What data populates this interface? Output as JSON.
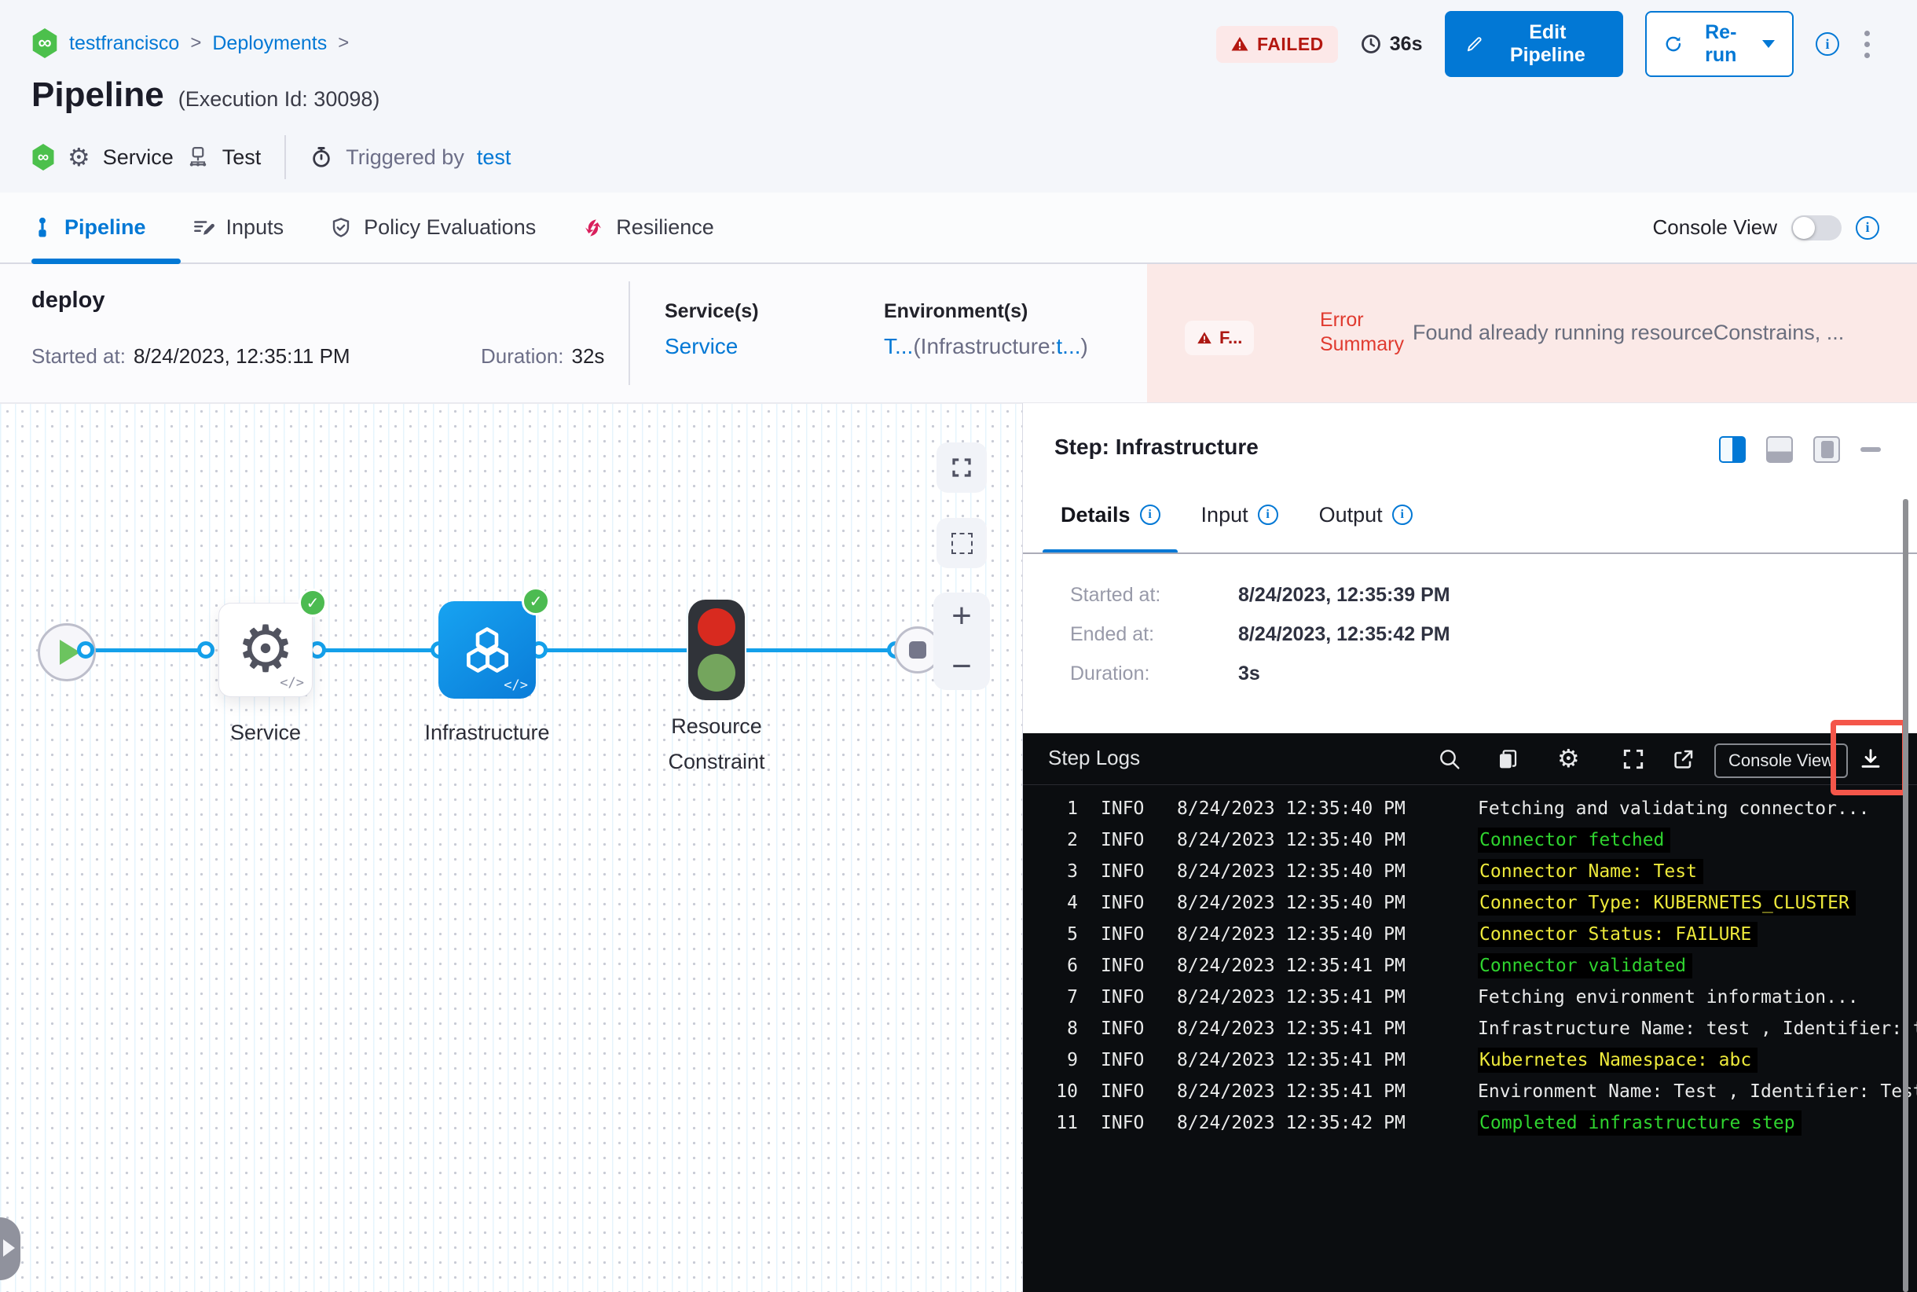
{
  "breadcrumb": {
    "items": [
      "testfrancisco",
      "Deployments"
    ],
    "separator": ">"
  },
  "header": {
    "status_badge": "FAILED",
    "duration": "36s",
    "edit_label": "Edit Pipeline",
    "rerun_label": "Re-run",
    "title": "Pipeline",
    "execution_id": "(Execution Id: 30098)",
    "meta": {
      "service": "Service",
      "test": "Test",
      "triggered_by_label": "Triggered by",
      "triggered_by_value": "test"
    }
  },
  "tabs": {
    "items": [
      "Pipeline",
      "Inputs",
      "Policy Evaluations",
      "Resilience"
    ],
    "active": "Pipeline",
    "console_view_label": "Console View"
  },
  "stage": {
    "name": "deploy",
    "started_label": "Started at:",
    "started_value": "8/24/2023, 12:35:11 PM",
    "duration_label": "Duration:",
    "duration_value": "32s",
    "services_label": "Service(s)",
    "services_value": "Service",
    "environments_label": "Environment(s)",
    "env_part1": "T...",
    "env_part2": "(Infrastructure:",
    "env_part3": "t...",
    "env_part4": ")",
    "error_badge": "F...",
    "error_summary_label": "Error Summary",
    "error_summary_text": "Found already running resourceConstrains, ..."
  },
  "graph": {
    "nodes": [
      {
        "label": "Service"
      },
      {
        "label": "Infrastructure"
      },
      {
        "label": "Resource Constraint"
      }
    ],
    "code_marker": "</>",
    "zoom_in": "+",
    "zoom_out": "−",
    "check_glyph": "✓"
  },
  "step_panel": {
    "title": "Step: Infrastructure",
    "tabs": [
      "Details",
      "Input",
      "Output"
    ],
    "active_tab": "Details",
    "details": [
      {
        "label": "Started at:",
        "value": "8/24/2023, 12:35:39 PM"
      },
      {
        "label": "Ended at:",
        "value": "8/24/2023, 12:35:42 PM"
      },
      {
        "label": "Duration:",
        "value": "3s"
      }
    ]
  },
  "logs": {
    "title": "Step Logs",
    "console_view_label": "Console View",
    "lines": [
      {
        "n": "1",
        "level": "INFO",
        "time": "8/24/2023 12:35:40 PM",
        "msg": "Fetching and validating connector...",
        "color": "white"
      },
      {
        "n": "2",
        "level": "INFO",
        "time": "8/24/2023 12:35:40 PM",
        "msg": "Connector fetched",
        "color": "green"
      },
      {
        "n": "3",
        "level": "INFO",
        "time": "8/24/2023 12:35:40 PM",
        "msg": "Connector Name: Test",
        "color": "yellow"
      },
      {
        "n": "4",
        "level": "INFO",
        "time": "8/24/2023 12:35:40 PM",
        "msg": "Connector Type: KUBERNETES_CLUSTER",
        "color": "yellow"
      },
      {
        "n": "5",
        "level": "INFO",
        "time": "8/24/2023 12:35:40 PM",
        "msg": "Connector Status: FAILURE",
        "color": "yellow"
      },
      {
        "n": "6",
        "level": "INFO",
        "time": "8/24/2023 12:35:41 PM",
        "msg": "Connector validated",
        "color": "green"
      },
      {
        "n": "7",
        "level": "INFO",
        "time": "8/24/2023 12:35:41 PM",
        "msg": "Fetching environment information...",
        "color": "white"
      },
      {
        "n": "8",
        "level": "INFO",
        "time": "8/24/2023 12:35:41 PM",
        "msg": "Infrastructure Name: test , Identifier: test",
        "color": "white"
      },
      {
        "n": "9",
        "level": "INFO",
        "time": "8/24/2023 12:35:41 PM",
        "msg": "Kubernetes Namespace: abc",
        "color": "yellow"
      },
      {
        "n": "10",
        "level": "INFO",
        "time": "8/24/2023 12:35:41 PM",
        "msg": "Environment Name: Test , Identifier: Test",
        "color": "white"
      },
      {
        "n": "11",
        "level": "INFO",
        "time": "8/24/2023 12:35:42 PM",
        "msg": "Completed infrastructure step",
        "color": "green"
      }
    ]
  },
  "colors": {
    "accent_blue": "#0278D5",
    "failed_red": "#B41710",
    "error_bg": "#FBE9E7",
    "log_green": "#2FD32F",
    "log_yellow": "#EDE93B",
    "node_blue": "#0B8CE1",
    "badge_green": "#4CBB51",
    "highlight_red": "#F4564A"
  },
  "icons": {
    "logo": "harness-infinity-hexagon",
    "glyphs": [
      "search-icon",
      "copy-icon",
      "gear-icon",
      "fullscreen-icon",
      "external-link-icon",
      "download-icon",
      "clock-icon",
      "stopwatch-icon",
      "pencil-icon",
      "refresh-icon",
      "info-icon",
      "warning-icon",
      "kebab-menu-icon"
    ]
  }
}
